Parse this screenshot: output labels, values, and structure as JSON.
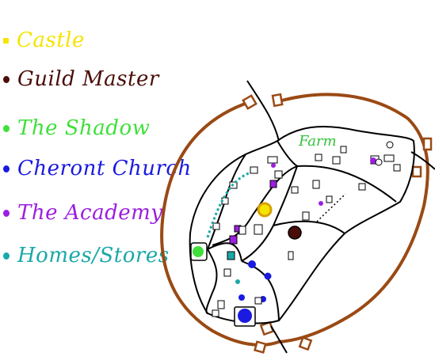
{
  "legend": [
    {
      "label": "Castle",
      "color": "#f5e400",
      "shape": "square"
    },
    {
      "label": "Guild Master",
      "color": "#4a0d08",
      "shape": "dot"
    },
    {
      "label": "The Shadow",
      "color": "#3fe03a",
      "shape": "dot"
    },
    {
      "label": "Cheront Church",
      "color": "#1a1ae0",
      "shape": "dot"
    },
    {
      "label": "The Academy",
      "color": "#9b1fe0",
      "shape": "dot"
    },
    {
      "label": "Homes/Stores",
      "color": "#1aa8a8",
      "shape": "dot"
    }
  ],
  "map": {
    "district_label": "Farm",
    "wall_color": "#9a4a14",
    "farm_label_color": "#34c03a"
  }
}
